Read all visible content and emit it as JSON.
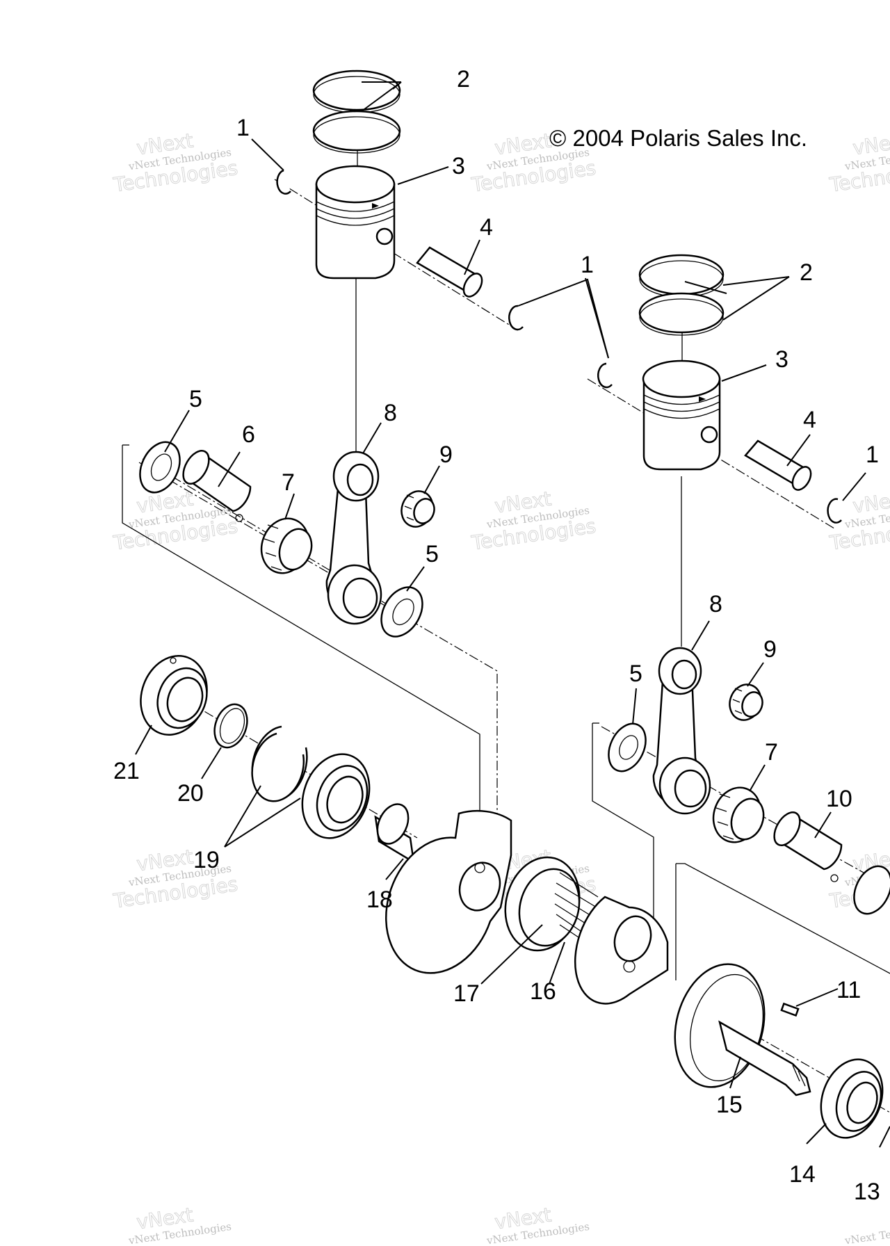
{
  "copyright": "© 2004 Polaris Sales Inc.",
  "watermark": {
    "line1": "vNext Technologies",
    "line2": "vNext",
    "line3": "Technologies"
  },
  "callouts": {
    "c1a": "1",
    "c2a": "2",
    "c3a": "3",
    "c4a": "4",
    "c1b": "1",
    "c2b": "2",
    "c3b": "3",
    "c4b": "4",
    "c1c": "1",
    "c5a": "5",
    "c6": "6",
    "c7a": "7",
    "c8a": "8",
    "c9a": "9",
    "c5b": "5",
    "c8b": "8",
    "c9b": "9",
    "c5c": "5",
    "c7b": "7",
    "c10": "10",
    "c21": "21",
    "c20": "20",
    "c19": "19",
    "c18": "18",
    "c17": "17",
    "c16": "16",
    "c11": "11",
    "c15": "15",
    "c14": "14",
    "c13": "13"
  }
}
